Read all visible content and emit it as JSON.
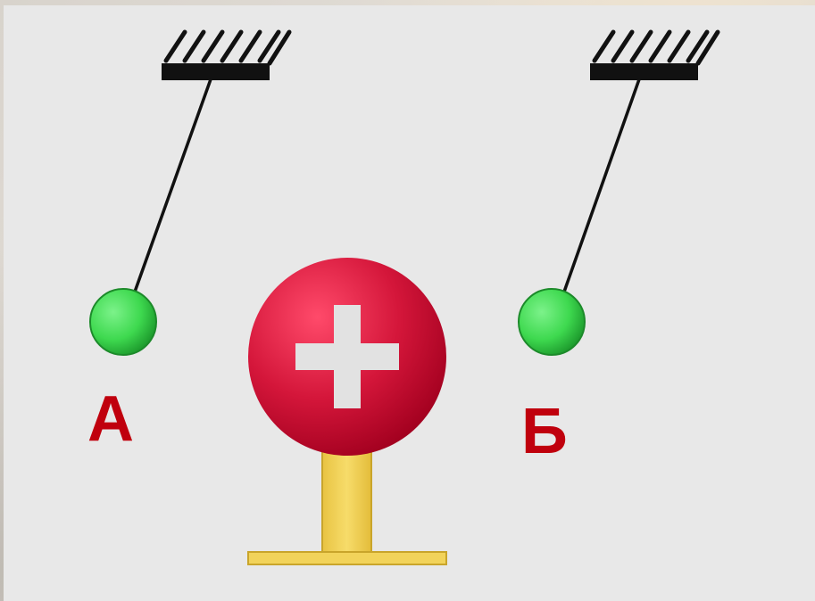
{
  "labels": {
    "left_ball": "А",
    "right_ball": "Б"
  },
  "charge_symbol": "plus-sign",
  "colors": {
    "panel_background": "#e8e8e8",
    "label_color": "#c0000d",
    "sphere_color": "#d4163a",
    "ball_color": "#3ed94f",
    "stand_color": "#f2d35a",
    "support_color": "#111111"
  }
}
